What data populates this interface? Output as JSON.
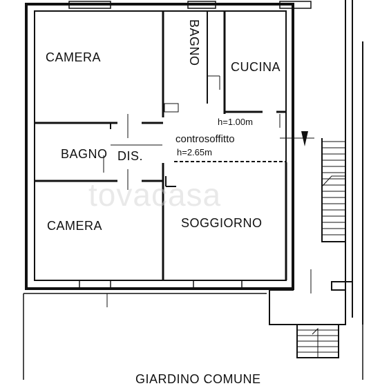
{
  "floorplan": {
    "rooms": {
      "camera_top": "CAMERA",
      "bagno_top": "BAGNO",
      "cucina": "CUCINA",
      "bagno_dis": "BAGNO",
      "dis": "DIS.",
      "camera_bottom": "CAMERA",
      "soggiorno": "SOGGIORNO",
      "giardino": "GIARDINO COMUNE"
    },
    "annotations": {
      "controsoffitto": "controsoffitto",
      "h_cucina": "h=1.00m",
      "h_dis": "h=2.65m"
    },
    "watermark": "tovacasa",
    "colors": {
      "wall": "#111111",
      "background": "#ffffff",
      "watermark": "#cfcfcf"
    }
  }
}
